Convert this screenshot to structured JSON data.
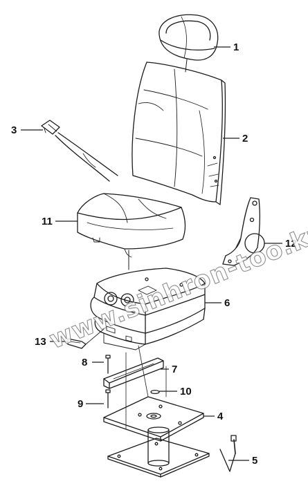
{
  "watermark": "www.sinhron-too.kz",
  "corner_mark": "",
  "callouts": [
    {
      "id": "1",
      "label": "1"
    },
    {
      "id": "2",
      "label": "2"
    },
    {
      "id": "3",
      "label": "3"
    },
    {
      "id": "4",
      "label": "4"
    },
    {
      "id": "5",
      "label": "5"
    },
    {
      "id": "6",
      "label": "6"
    },
    {
      "id": "7",
      "label": "7"
    },
    {
      "id": "8",
      "label": "8"
    },
    {
      "id": "9",
      "label": "9"
    },
    {
      "id": "10",
      "label": "10"
    },
    {
      "id": "11",
      "label": "11"
    },
    {
      "id": "12",
      "label": "12"
    },
    {
      "id": "13",
      "label": "13"
    }
  ]
}
